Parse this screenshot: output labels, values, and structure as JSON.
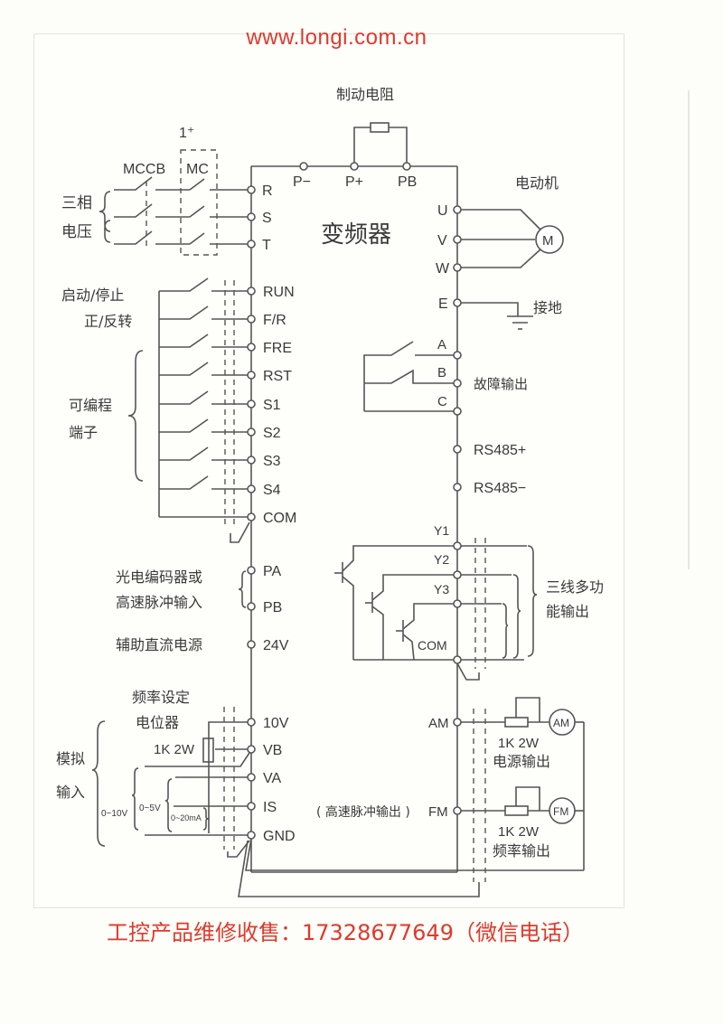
{
  "watermark": {
    "top": "www.longi.com.cn",
    "bottom": "工控产品维修收售：17328677649（微信电话）",
    "color": "#e0392a"
  },
  "diagram": {
    "title": "变频器",
    "braking_resistor_label": "制动电阻",
    "motor_label": "电动机",
    "motor_symbol": "M",
    "ground_label": "接地",
    "fault_output_label": "故障输出",
    "power_input": {
      "label_line1": "三相",
      "label_line2": "电压",
      "breaker_label": "MCCB",
      "contactor_label": "MC",
      "contactor_note": "1⁺"
    },
    "dc_terminals": [
      "P−",
      "P+",
      "PB"
    ],
    "input_terminals": [
      "R",
      "S",
      "T"
    ],
    "output_terminals": [
      "U",
      "V",
      "W"
    ],
    "earth_terminal": "E",
    "relay_terminals": [
      "A",
      "B",
      "C"
    ],
    "comm_terminals": [
      "RS485+",
      "RS485−"
    ],
    "digital_inputs": {
      "terminals": [
        "RUN",
        "F/R",
        "FRE",
        "RST",
        "S1",
        "S2",
        "S3",
        "S4",
        "COM"
      ],
      "label_run": "启动/停止",
      "label_fr": "正/反转",
      "label_prog_line1": "可编程",
      "label_prog_line2": "端子"
    },
    "pulse_inputs": {
      "terminals": [
        "PA",
        "PB"
      ],
      "label_line1": "光电编码器或",
      "label_line2": "高速脉冲输入"
    },
    "aux_power": {
      "terminal": "24V",
      "label": "辅助直流电源"
    },
    "analog_inputs": {
      "terminals": [
        "10V",
        "VB",
        "VA",
        "IS",
        "GND"
      ],
      "pot_label_line1": "频率设定",
      "pot_label_line2": "电位器",
      "pot_rating": "1K  2W",
      "label_line1": "模拟",
      "label_line2": "输入",
      "range_10v": "0~10V",
      "range_5v": "0~5V",
      "range_20ma": "0~20mA"
    },
    "multi_outputs": {
      "terminals": [
        "Y1",
        "Y2",
        "Y3"
      ],
      "com_label": "COM",
      "label_line1": "三线多功",
      "label_line2": "能输出"
    },
    "analog_outputs": {
      "am_terminal": "AM",
      "am_meter": "AM",
      "am_rating": "1K  2W",
      "am_label": "电源输出",
      "fm_terminal": "FM",
      "fm_prefix": "( 高速脉冲输出 )",
      "fm_meter": "FM",
      "fm_rating": "1K  2W",
      "fm_label": "频率输出"
    }
  }
}
